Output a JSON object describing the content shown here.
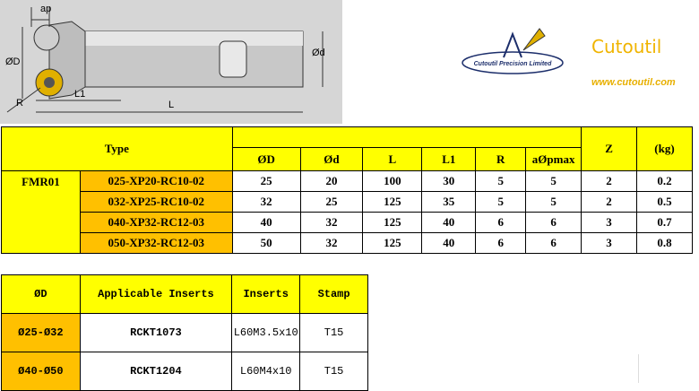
{
  "drawing": {
    "labels": {
      "ap": "ap",
      "od_big": "ØD",
      "od_small": "Ød",
      "r": "R",
      "l1": "L1",
      "l": "L"
    }
  },
  "brand": {
    "logo_text": "Cutoutil Precision Limited",
    "name": "Cutoutil",
    "url": "www.cutoutil.com",
    "color": "#f0b400"
  },
  "spec_table": {
    "type_header": "Type",
    "columns": [
      "ØD",
      "Ød",
      "L",
      "L1",
      "R",
      "aØpmax"
    ],
    "z_header": "Z",
    "kg_header": "(kg)",
    "series": "FMR01",
    "rows": [
      {
        "code": "025-XP20-RC10-02",
        "D": "25",
        "d": "20",
        "L": "100",
        "L1": "30",
        "R": "5",
        "ap": "5",
        "Z": "2",
        "kg": "0.2"
      },
      {
        "code": "032-XP25-RC10-02",
        "D": "32",
        "d": "25",
        "L": "125",
        "L1": "35",
        "R": "5",
        "ap": "5",
        "Z": "2",
        "kg": "0.5"
      },
      {
        "code": "040-XP32-RC12-03",
        "D": "40",
        "d": "32",
        "L": "125",
        "L1": "40",
        "R": "6",
        "ap": "6",
        "Z": "3",
        "kg": "0.7"
      },
      {
        "code": "050-XP32-RC12-03",
        "D": "50",
        "d": "32",
        "L": "125",
        "L1": "40",
        "R": "6",
        "ap": "6",
        "Z": "3",
        "kg": "0.8"
      }
    ]
  },
  "insert_table": {
    "headers": [
      "ØD",
      "Applicable Inserts",
      "Inserts",
      "Stamp"
    ],
    "rows": [
      {
        "range": "Ø25-Ø32",
        "insert": "RCKT1073",
        "screw": "L60M3.5x10",
        "stamp": "T15"
      },
      {
        "range": "Ø40-Ø50",
        "insert": "RCKT1204",
        "screw": "L60M4x10",
        "stamp": "T15"
      }
    ]
  },
  "colors": {
    "header": "#ffff00",
    "code": "#ffc000"
  }
}
